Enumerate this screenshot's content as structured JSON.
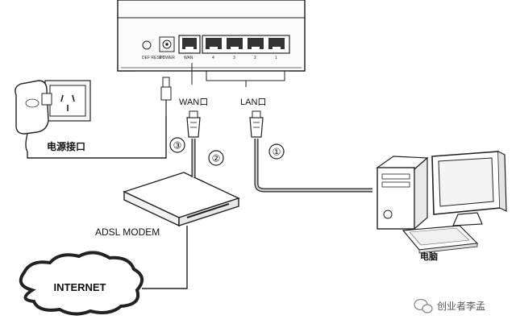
{
  "router": {
    "back_labels": {
      "reset": "DEF RESET",
      "power": "POWER",
      "wan": "WAN",
      "lan_ports": [
        "4",
        "3",
        "2",
        "1"
      ]
    },
    "wan_label": "WAN口",
    "lan_label": "LAN口"
  },
  "labels": {
    "power_port": "电源接口",
    "modem": "ADSL MODEM",
    "internet": "INTERNET",
    "computer": "电脑"
  },
  "steps": [
    "③",
    "②",
    "①"
  ],
  "watermark": "创业者李孟"
}
